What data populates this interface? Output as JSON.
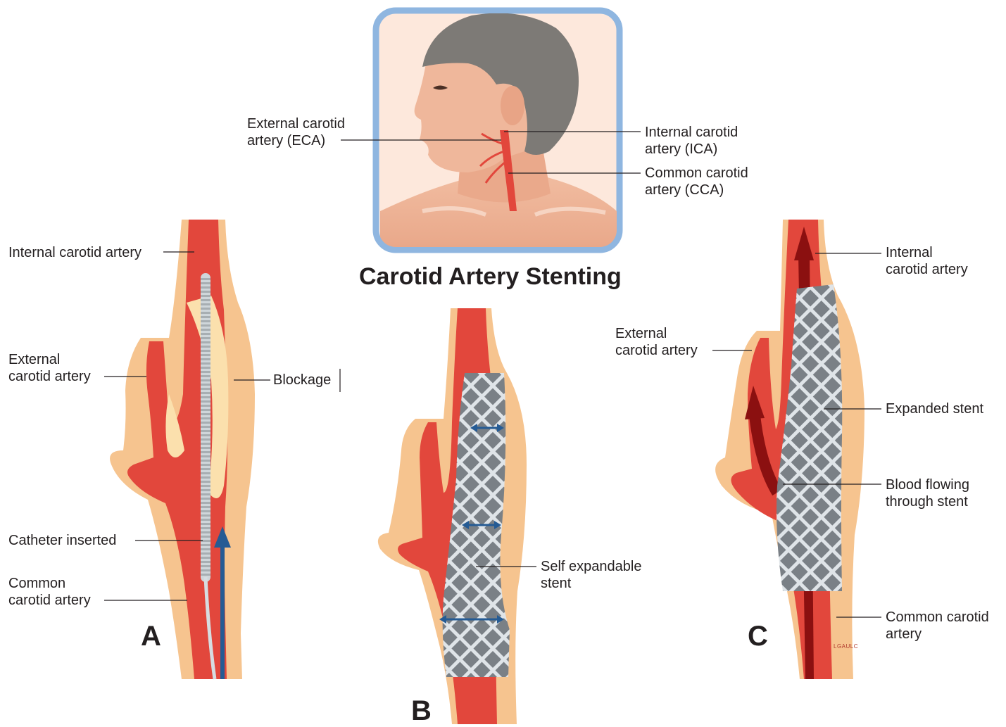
{
  "title": "Carotid Artery Stenting",
  "head_labels": {
    "eca": "External carotid\nartery (ECA)",
    "ica": "Internal carotid\nartery (ICA)",
    "cca": "Common carotid\nartery (CCA)"
  },
  "panel_a": {
    "letter": "A",
    "internal": "Internal carotid artery",
    "external": "External\ncarotid artery",
    "blockage": "Blockage",
    "catheter": "Catheter inserted",
    "common": "Common\ncarotid artery"
  },
  "panel_b": {
    "letter": "B",
    "stent": "Self expandable\nstent"
  },
  "panel_c": {
    "letter": "C",
    "internal": "Internal\ncarotid artery",
    "external": "External\ncarotid artery",
    "expanded": "Expanded stent",
    "blood": "Blood flowing\nthrough stent",
    "common": "Common carotid\nartery",
    "signature": "LGAULC"
  },
  "colors": {
    "frame": "#8fb6e0",
    "skin": "#eeb497",
    "hair": "#7d7a76",
    "artery": "#e2473c",
    "artery_dark": "#8b1010",
    "plaque": "#fbe0ad",
    "vessel_wall": "#f6c48f",
    "stent": "#8e9498",
    "arrow": "#255b94"
  }
}
